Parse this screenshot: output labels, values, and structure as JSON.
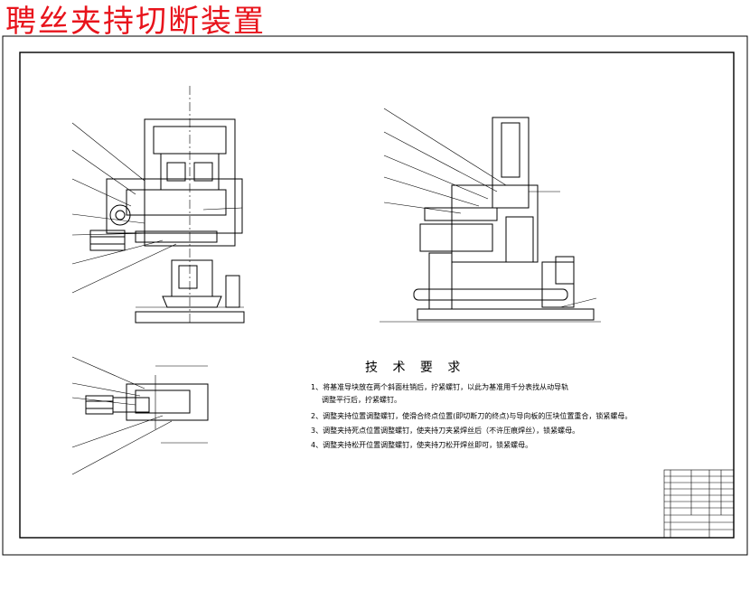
{
  "title": "聘丝夹持切断装置",
  "technical_requirements": {
    "heading": "技 术 要 求",
    "items": [
      "1、将基准导块放在两个斜面柱销后，拧紧螺钉，以此为基准用千分表找从动导轨",
      "调整平行后，拧紧螺钉。",
      "2、调整夹持位置调整螺钉，使滑合终点位置(即切断刀的终点)与导向板的压块位置重合，锁紧螺母。",
      "3、调整夹持死点位置调整螺钉，使夹持刀夹紧焊丝后（不许压痕焊丝），锁紧螺母。",
      "4、调整夹持松开位置调整螺钉，使夹持刀松开焊丝即可，锁紧螺母。"
    ]
  },
  "colors": {
    "title": "#e8141c",
    "line": "#000000"
  }
}
